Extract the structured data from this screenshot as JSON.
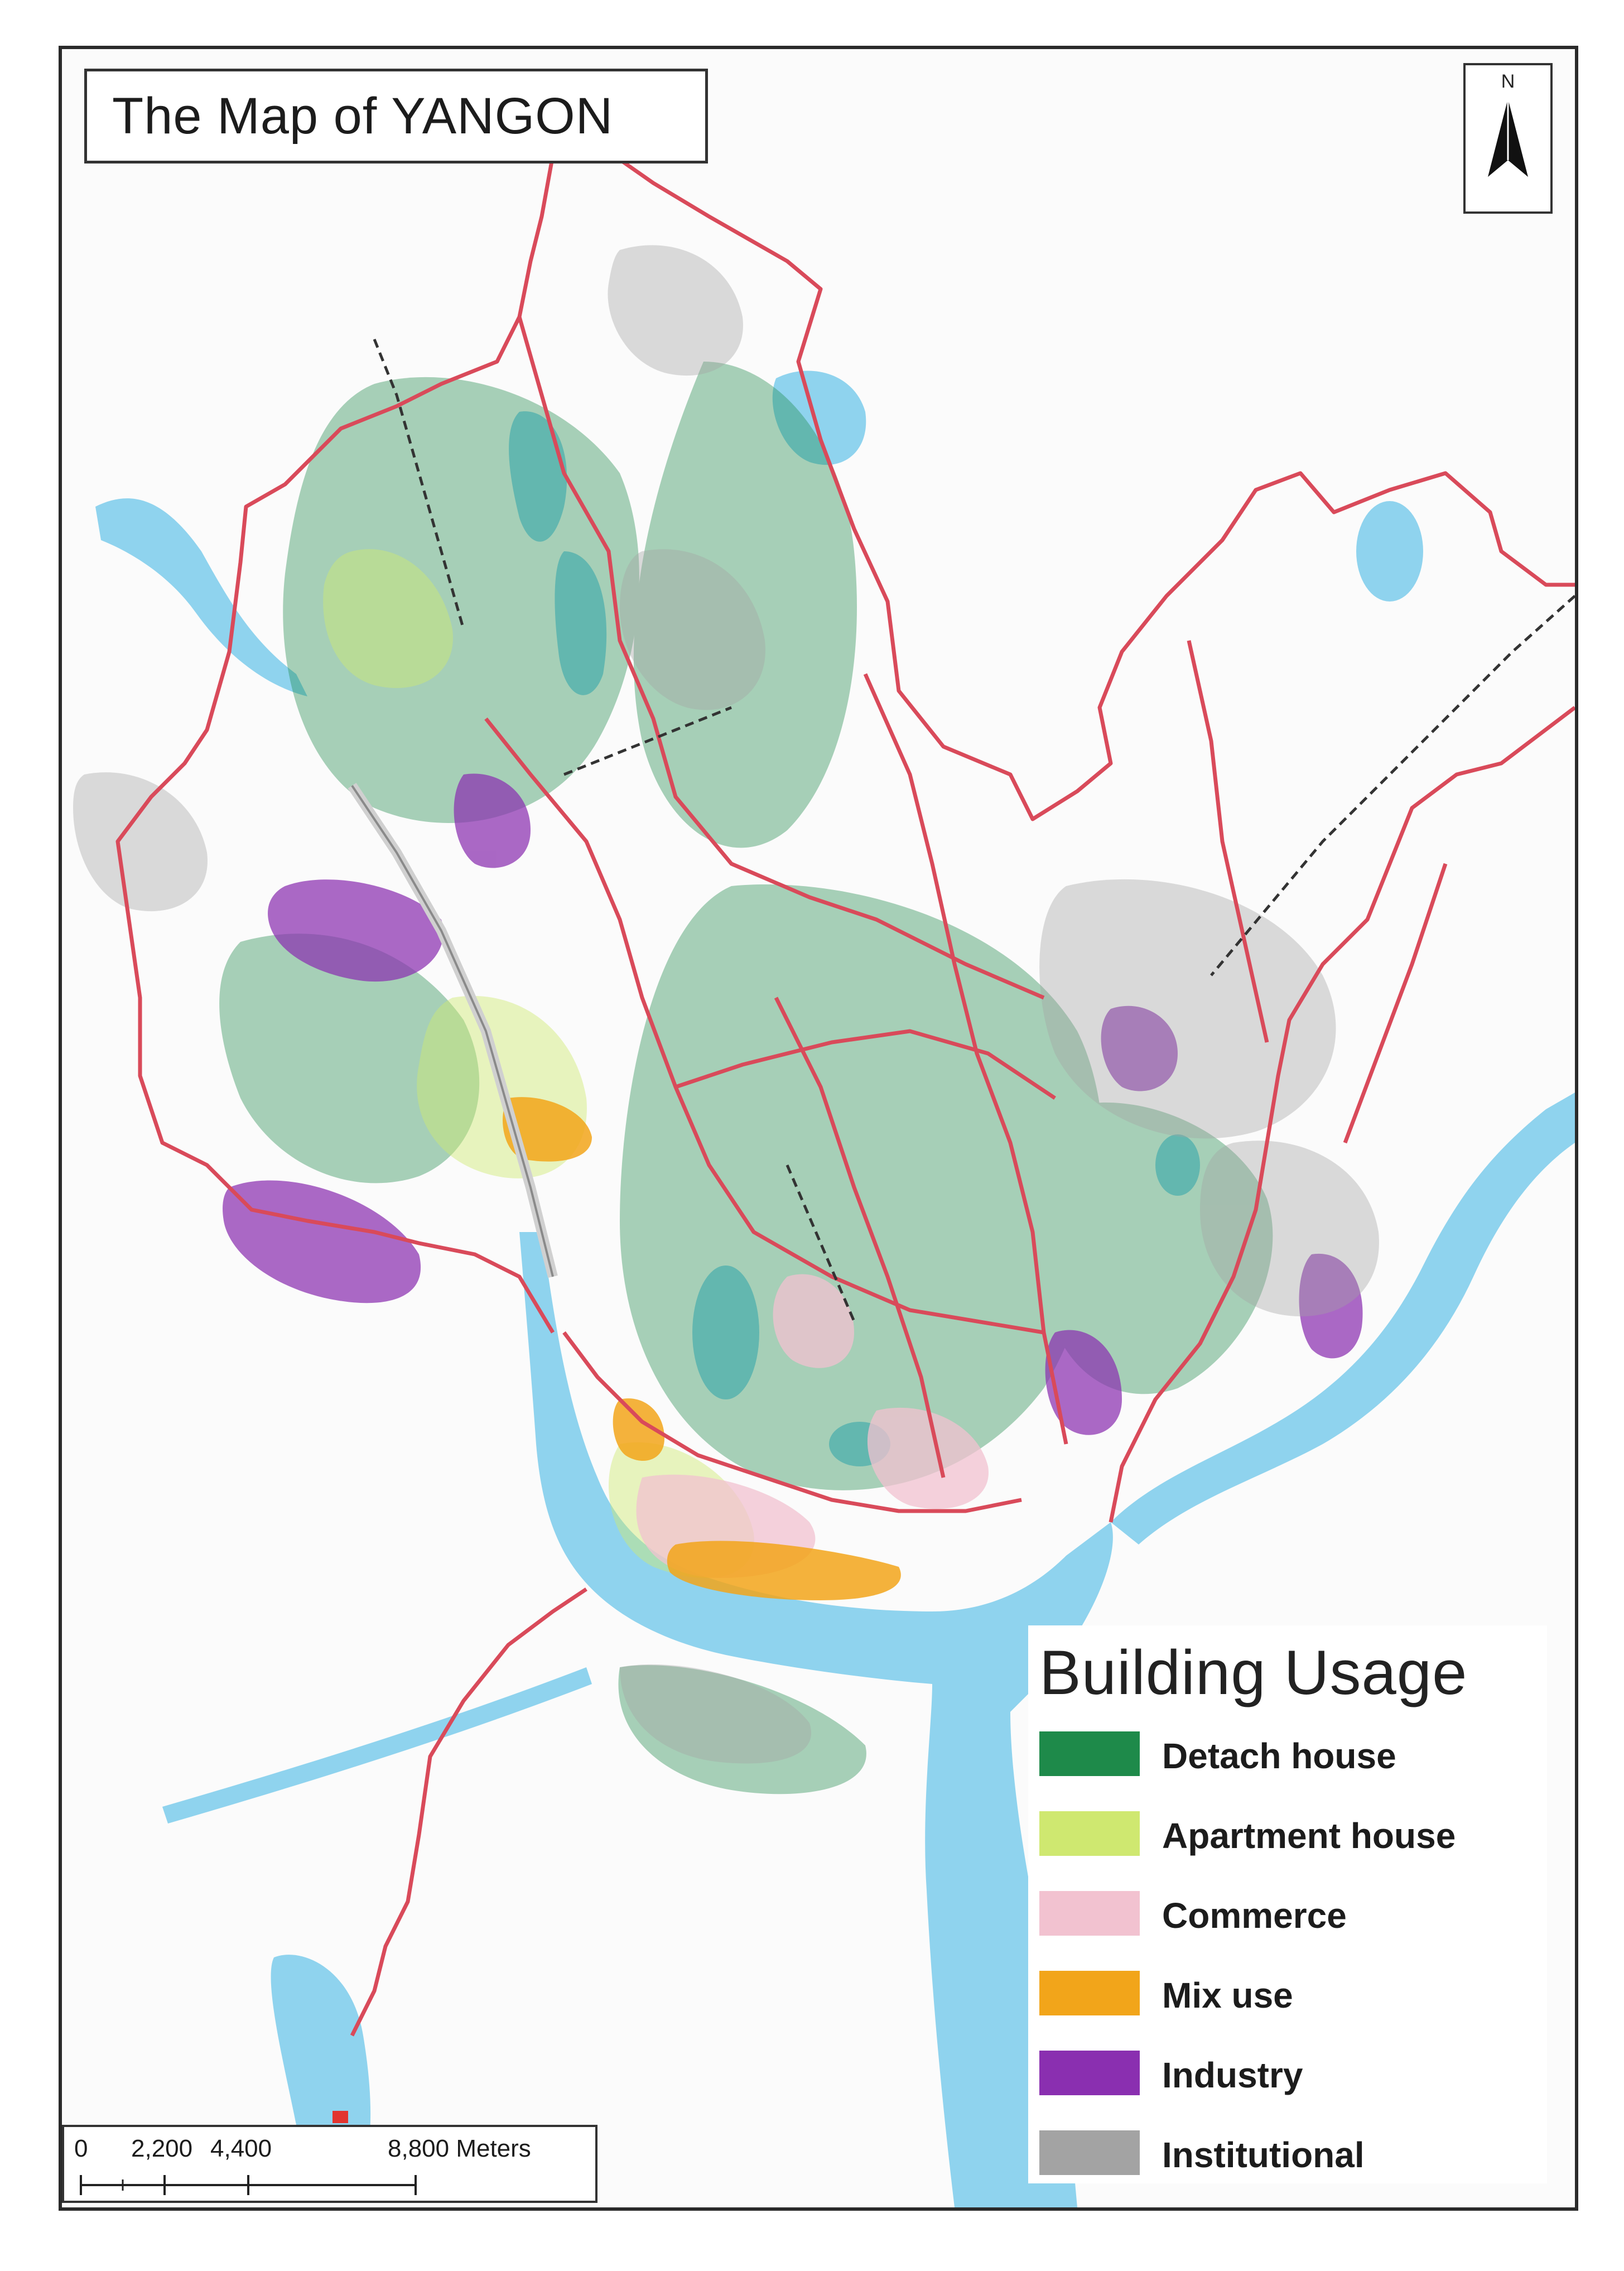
{
  "map": {
    "title": "The Map of YANGON",
    "north_label": "N",
    "legend": {
      "title": "Building Usage",
      "items": [
        {
          "label": "Detach house",
          "color": "#1e8a4a"
        },
        {
          "label": "Apartment house",
          "color": "#cfe870"
        },
        {
          "label": "Commerce",
          "color": "#f2c2d0"
        },
        {
          "label": "Mix use",
          "color": "#f2a51a"
        },
        {
          "label": "Industry",
          "color": "#8a2fb0"
        },
        {
          "label": "Institutional",
          "color": "#a3a3a3"
        }
      ]
    },
    "scale": {
      "labels": [
        "0",
        "2,200",
        "4,400",
        "8,800 Meters"
      ]
    },
    "colors": {
      "water": "#8fd3ee",
      "boundary": "#d94a5a",
      "railway": "#333333"
    }
  }
}
